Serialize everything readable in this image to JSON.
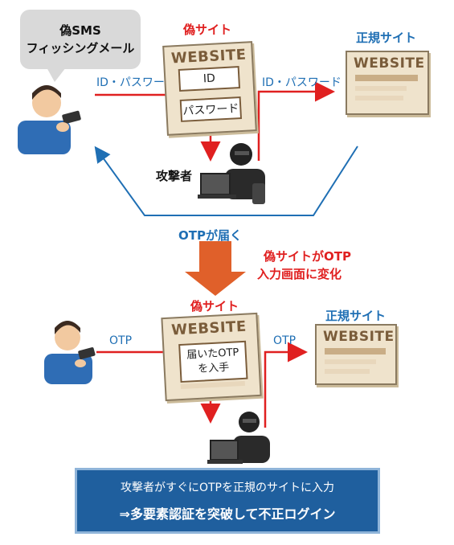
{
  "bubble": {
    "line1": "偽SMS",
    "line2": "フィッシングメール"
  },
  "top": {
    "fake_site_title": "偽サイト",
    "official_site_title": "正規サイト",
    "website_label": "WEBSITE",
    "id_field": "ID",
    "password_field": "パスワード",
    "arrow_label_left": "ID・パスワード",
    "arrow_label_right": "ID・パスワード",
    "attacker_label": "攻撃者"
  },
  "middle": {
    "otp_arrives": "OTPが届く",
    "change_line1": "偽サイトがOTP",
    "change_line2": "入力画面に変化"
  },
  "bottom": {
    "fake_site_title": "偽サイト",
    "official_site_title": "正規サイト",
    "website_label": "WEBSITE",
    "otp_field_line1": "届いたOTP",
    "otp_field_line2": "を入手",
    "arrow_label_left": "OTP",
    "arrow_label_right": "OTP"
  },
  "banner": {
    "line1": "攻撃者がすぐにOTPを正規のサイトに入力",
    "line2": "⇒多要素認証を突破して不正ログイン"
  },
  "colors": {
    "red": "#e02020",
    "blue": "#1f6fb4",
    "orange": "#e0602a",
    "banner": "#1f5f9e"
  }
}
